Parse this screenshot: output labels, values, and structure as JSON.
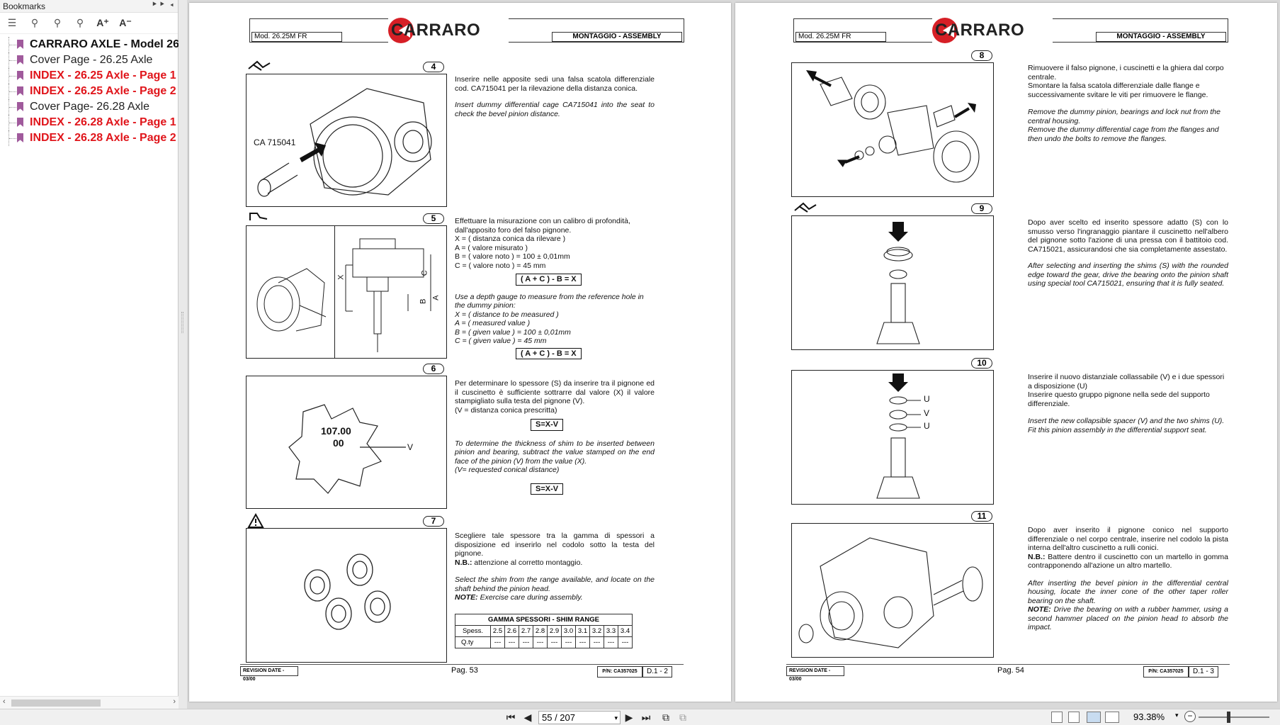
{
  "sidebar": {
    "title": "Bookmarks",
    "items": [
      {
        "label": "CARRARO AXLE - Model 26.25",
        "style": "black"
      },
      {
        "label": "Cover Page - 26.25  Axle",
        "style": "normal"
      },
      {
        "label": "INDEX - 26.25 Axle - Page 1",
        "style": "red"
      },
      {
        "label": "INDEX - 26.25 Axle - Page 2",
        "style": "red"
      },
      {
        "label": "Cover Page- 26.28 Axle",
        "style": "normal"
      },
      {
        "label": "INDEX - 26.28 Axle - Page 1",
        "style": "red"
      },
      {
        "label": "INDEX - 26.28 Axle - Page 2",
        "style": "red"
      }
    ]
  },
  "left_page": {
    "header": {
      "model": "Mod. 26.25M FR",
      "brand": "CARRARO",
      "section": "MONTAGGIO - ASSEMBLY"
    },
    "steps": {
      "s4": {
        "num": "4",
        "label": "CA 715041",
        "it": "Inserire nelle apposite sedi una  falsa scatola differenziale cod. CA715041  per la rilevazione della distanza conica.",
        "en": "Insert dummy differential cage CA715041 into the seat to check the bevel pinion distance."
      },
      "s5": {
        "num": "5",
        "it_lines": [
          "Effettuare la misurazione con un calibro di profondità, dall'apposito foro del falso pignone.",
          "X = ( distanza conica da rilevare )",
          "A = ( valore misurato )",
          "B = ( valore noto )  = 100 ± 0,01mm",
          "C = ( valore noto ) = 45 mm"
        ],
        "formula": "( A + C ) - B = X",
        "en_lines": [
          "Use a depth gauge to measure from the reference hole in the dummy pinion:",
          "X = ( distance to be measured )",
          "A = ( measured value )",
          "B = ( given value )  = 100 ± 0,01mm",
          "C = ( given value ) = 45 mm"
        ],
        "dim_labels": [
          "X",
          "C",
          "B",
          "A"
        ]
      },
      "s6": {
        "num": "6",
        "stamp1": "107.00",
        "stamp2": "00",
        "vlabel": "V",
        "it": "Per determinare lo spessore (S) da inserire tra il pignone ed il cuscinetto è sufficiente sottrarre dal valore (X) il valore stampigliato sulla testa del pignone (V).",
        "it2": "(V = distanza conica prescritta)",
        "formula": "S=X-V",
        "en": "To determine the thickness of shim to be inserted between pinion and bearing, subtract the value stamped on the end face of the pinion (V) from the value (X).",
        "en2": "(V= requested conical distance)"
      },
      "s7": {
        "num": "7",
        "it": "Scegliere tale spessore tra  la gamma di spessori a disposizione ed inserirlo nel codolo sotto la testa del pignone.",
        "nb_label": "N.B.:",
        "nb": " attenzione al corretto montaggio.",
        "en": "Select the shim from the range available, and locate on the shaft behind the pinion head.",
        "note_label": "NOTE:",
        "note": " Exercise care during assembly.",
        "table_title": "GAMMA SPESSORI - SHIM RANGE",
        "row1_label": "Spess.",
        "row1": [
          "2.5",
          "2.6",
          "2.7",
          "2.8",
          "2.9",
          "3.0",
          "3.1",
          "3.2",
          "3.3",
          "3.4"
        ],
        "row2_label": "Q.ty",
        "row2": [
          "---",
          "---",
          "---",
          "---",
          "---",
          "---",
          "---",
          "---",
          "---",
          "---"
        ]
      }
    },
    "footer": {
      "rev": "REVISION DATE - 03/00",
      "page": "Pag. 53",
      "pn": "P/N: CA357025",
      "sec": "D.1 - 2"
    }
  },
  "right_page": {
    "header": {
      "model": "Mod. 26.25M FR",
      "brand": "CARRARO",
      "section": "MONTAGGIO - ASSEMBLY"
    },
    "steps": {
      "s8": {
        "num": "8",
        "it": "Rimuovere il  falso pignone, i cuscinetti  e  la ghiera dal  corpo centrale.",
        "it2": "Smontare la falsa scatola differenziale  dalle flange e successivamente  svitare le viti per rimuovere le flange.",
        "en": "Remove the dummy pinion, bearings and lock nut from the central housing.",
        "en2": "Remove the dummy differential cage from the flanges and then undo the bolts to remove the flanges."
      },
      "s9": {
        "num": "9",
        "it": "Dopo aver scelto ed inserito spessore adatto (S) con lo smusso verso l'ingranaggio   piantare il cuscinetto nell'albero del pignone sotto l'azione di una pressa con il battitoio  cod.  CA715021,  assicurandosi  che  sia completamente assestato.",
        "en": "After selecting and inserting the shims (S) with the rounded edge toward the gear, drive the bearing onto the pinion shaft using special tool CA715021, ensuring that it is fully seated."
      },
      "s10": {
        "num": "10",
        "labels": [
          "U",
          "V",
          "U"
        ],
        "it": "Inserire il nuovo distanziale collassabile (V) e i due spessori a disposizione (U)",
        "it2": "Inserire questo gruppo pignone nella sede del supporto differenziale.",
        "en": "Insert the new collapsible spacer (V) and the two shims (U).",
        "en2": "Fit this pinion assembly in the differential support seat."
      },
      "s11": {
        "num": "11",
        "it": "Dopo aver inserito il pignone conico nel supporto differenziale o nel corpo centrale, inserire nel codolo la pista interna dell'altro cuscinetto a rulli conici.",
        "nb_label": "N.B.:",
        "nb": " Battere dentro il cuscinetto con un martello in gomma contrapponendo all'azione un altro martello.",
        "en": "After inserting the bevel pinion in the differential central housing, locate the inner cone of the other taper roller bearing on the shaft.",
        "note_label": "NOTE:",
        "note": "  Drive the bearing on   with a rubber hammer, using a second hammer placed on the pinion head to absorb the impact."
      }
    },
    "footer": {
      "rev": "REVISION DATE - 03/00",
      "page": "Pag. 54",
      "pn": "P/N: CA357025",
      "sec": "D.1 - 3"
    }
  },
  "statusbar": {
    "page_field": "55 / 207",
    "zoom": "93.38%"
  }
}
